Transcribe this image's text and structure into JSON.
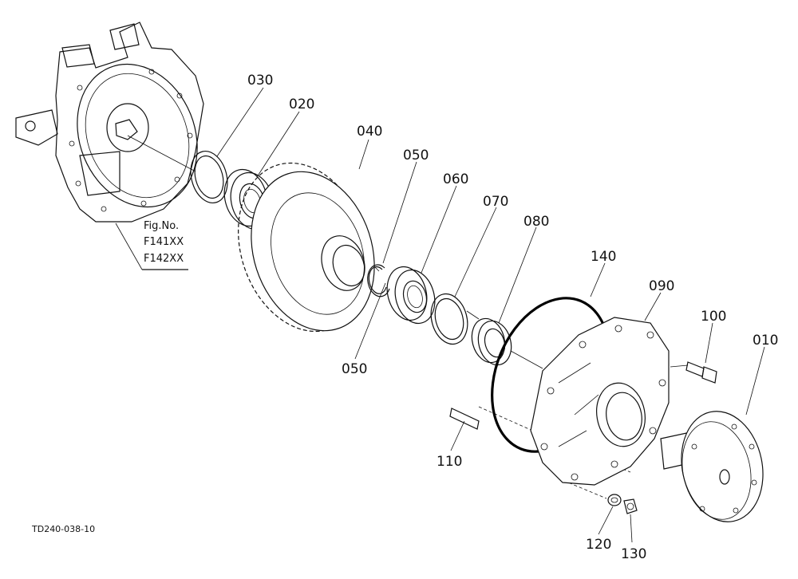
{
  "labels": {
    "p030": "030",
    "p020": "020",
    "p040": "040",
    "p050a": "050",
    "p050b": "050",
    "p060": "060",
    "p070": "070",
    "p080": "080",
    "p140": "140",
    "p090": "090",
    "p100": "100",
    "p010": "010",
    "p110": "110",
    "p120": "120",
    "p130": "130"
  },
  "figure_ref": {
    "title": "Fig.No.",
    "line1": "F141XX",
    "line2": "F142XX"
  },
  "drawing_code": "TD240-038-10"
}
